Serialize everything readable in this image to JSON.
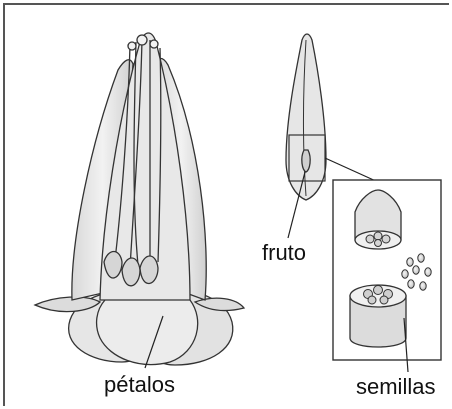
{
  "labels": {
    "petals": "pétalos",
    "fruit": "fruto",
    "seeds": "semillas"
  },
  "colors": {
    "line": "#333333",
    "petal_fill": "#e4e4e4",
    "petal_shade": "#cfcfcf",
    "background": "#ffffff"
  }
}
